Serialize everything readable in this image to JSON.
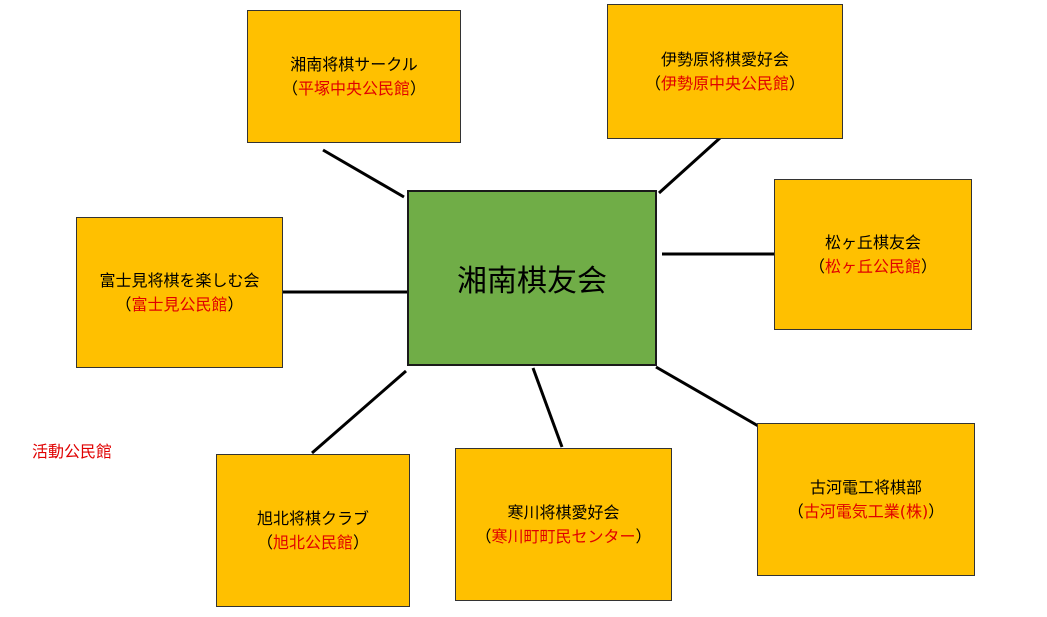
{
  "center": {
    "label": "湘南棋友会"
  },
  "legend": "活動公民館",
  "clubs": [
    {
      "name": "湘南将棋サークル",
      "venue": "平塚中央公民館"
    },
    {
      "name": "伊勢原将棋愛好会",
      "venue": "伊勢原中央公民館"
    },
    {
      "name": "松ヶ丘棋友会",
      "venue": "松ヶ丘公民館"
    },
    {
      "name": "富士見将棋を楽しむ会",
      "venue": "富士見公民館"
    },
    {
      "name": "古河電工将棋部",
      "venue": "古河電気工業(株)"
    },
    {
      "name": "寒川将棋愛好会",
      "venue": "寒川町町民センター"
    },
    {
      "name": "旭北将棋クラブ",
      "venue": "旭北公民館"
    }
  ],
  "colors": {
    "club_fill": "#FFC000",
    "center_fill": "#70AD47",
    "venue_text": "#E00000",
    "connector": "#000000"
  }
}
